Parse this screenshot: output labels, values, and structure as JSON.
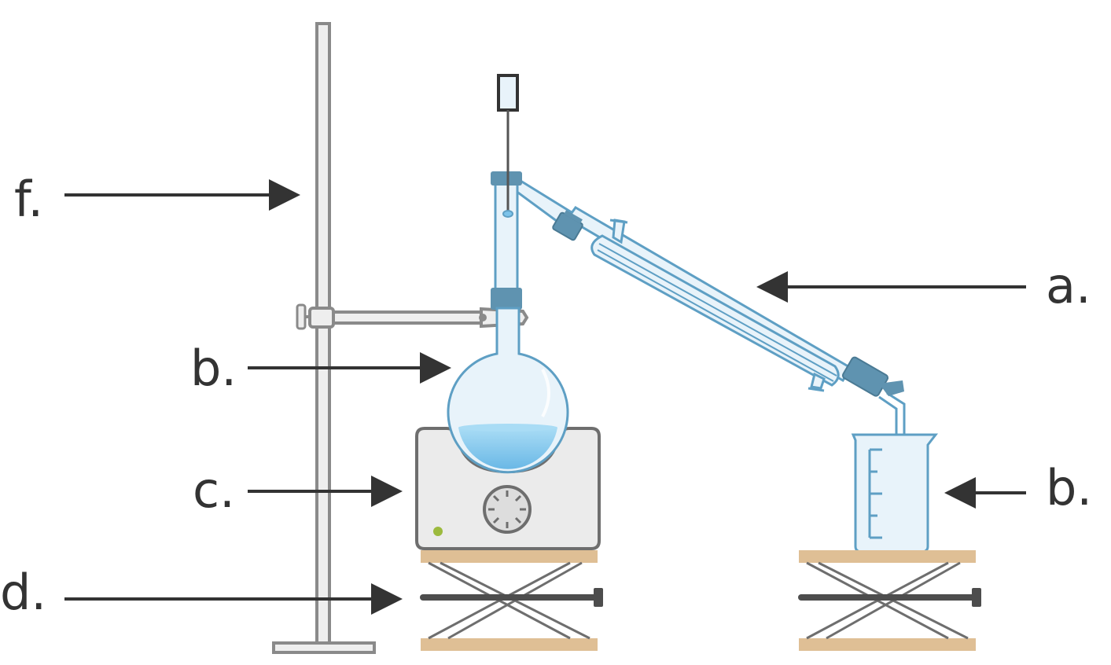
{
  "labels": {
    "condenser": "a.",
    "flask": "b.",
    "beaker": "b.",
    "hot_plate": "c.",
    "lab_jack": "d.",
    "ring_stand": "f."
  },
  "colors": {
    "glass_fill": "#e8f3fa",
    "glass_stroke": "#5e9fc4",
    "liquid": "#7cc3ea",
    "clamp_blue": "#5f93b0",
    "metal": "#8a8a8a",
    "metal_fill": "#eeeeee",
    "jack_plate": "#dfbf95",
    "jack_bar": "#4d4d4d",
    "hot_plate": "#ebebeb",
    "indicator": "#9cba3e",
    "arrow": "#333333"
  }
}
